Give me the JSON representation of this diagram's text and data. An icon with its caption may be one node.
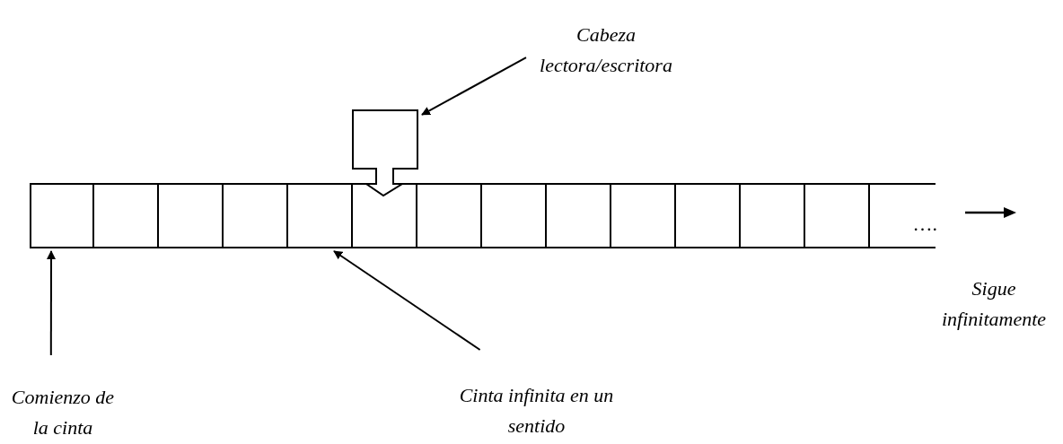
{
  "diagram": {
    "nodes": [
      {
        "text": [],
        "shape": "bar"
      },
      {
        "text": [],
        "shape": "box",
        "in": 0
      },
      {
        "text": [],
        "shape": "box",
        "in": 0
      },
      {
        "text": [],
        "shape": "box",
        "in": 0
      },
      {
        "text": [],
        "shape": "box",
        "in": 0
      },
      {
        "text": [],
        "shape": "box",
        "in": 0
      },
      {
        "text": [],
        "shape": "box",
        "in": 0
      },
      {
        "text": [],
        "shape": "box",
        "in": 0
      },
      {
        "text": [],
        "shape": "box",
        "in": 0
      },
      {
        "text": [],
        "shape": "box",
        "in": 0
      },
      {
        "text": [],
        "shape": "box",
        "in": 0
      },
      {
        "text": [],
        "shape": "box",
        "in": 0
      },
      {
        "text": [],
        "shape": "box",
        "in": 0
      },
      {
        "text": [],
        "shape": "box",
        "in": 0
      },
      {
        "text": [
          "…."
        ],
        "in": 0
      },
      {
        "text": [],
        "shape": "pentagon"
      },
      {
        "text": [
          "Cabeza lectora/escritora"
        ]
      },
      {
        "text": [
          "Comienzo de la cinta"
        ]
      },
      {
        "text": [
          "Cinta infinita en un sentido"
        ]
      }
    ],
    "edges": [
      {
        "from": 16,
        "to": 15,
        "arrow": "to"
      },
      {
        "from": 17,
        "to": 0,
        "arrow": "to"
      },
      {
        "from": 18,
        "to": 0,
        "arrow": "to"
      }
    ],
    "labels": [
      "Sigue infinitamente"
    ]
  }
}
